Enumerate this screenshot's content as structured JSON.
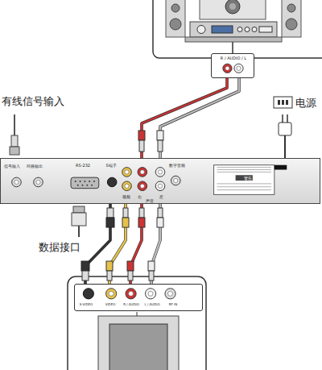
{
  "diagram": {
    "nodes": [
      {
        "text": [
          "R / AUDIO / L"
        ]
      },
      {
        "text": [
          "信号输入",
          "环路输出",
          "RS-232",
          "S端子",
          "视频",
          "右",
          "声音",
          "左",
          "数字音频",
          "警告"
        ]
      },
      {
        "text": [
          "S-VIDEO",
          "VIDEO",
          "R / AUDIO",
          "L / AUDIO",
          "RF IN"
        ]
      }
    ],
    "edges": [
      {
        "from": 0,
        "to": 1,
        "arrow": "none"
      },
      {
        "from": 2,
        "to": 1,
        "arrow": "none"
      }
    ],
    "labels": [
      "有线信号输入",
      "电源",
      "数据接口"
    ]
  }
}
